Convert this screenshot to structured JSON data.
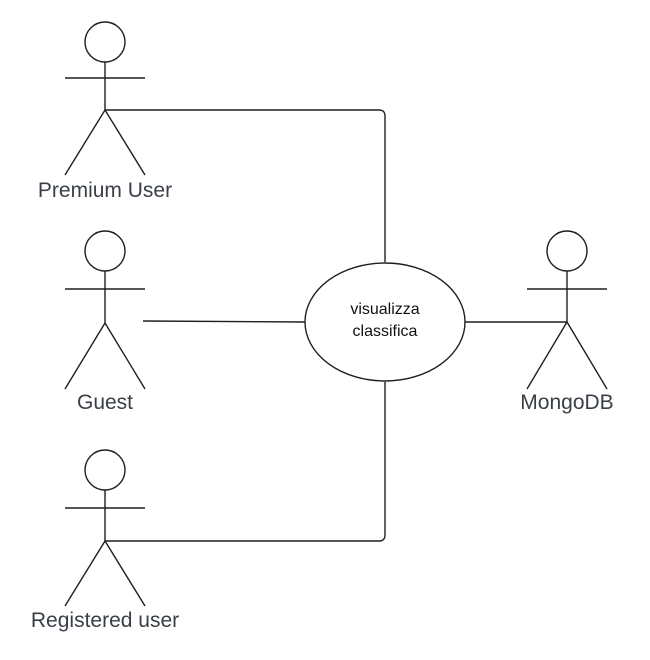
{
  "diagram": {
    "type": "use-case",
    "actors": {
      "premium": "Premium User",
      "guest": "Guest",
      "registered": "Registered user",
      "mongodb": "MongoDB"
    },
    "use_case": {
      "line1": "visualizza",
      "line2": "classifica"
    }
  }
}
